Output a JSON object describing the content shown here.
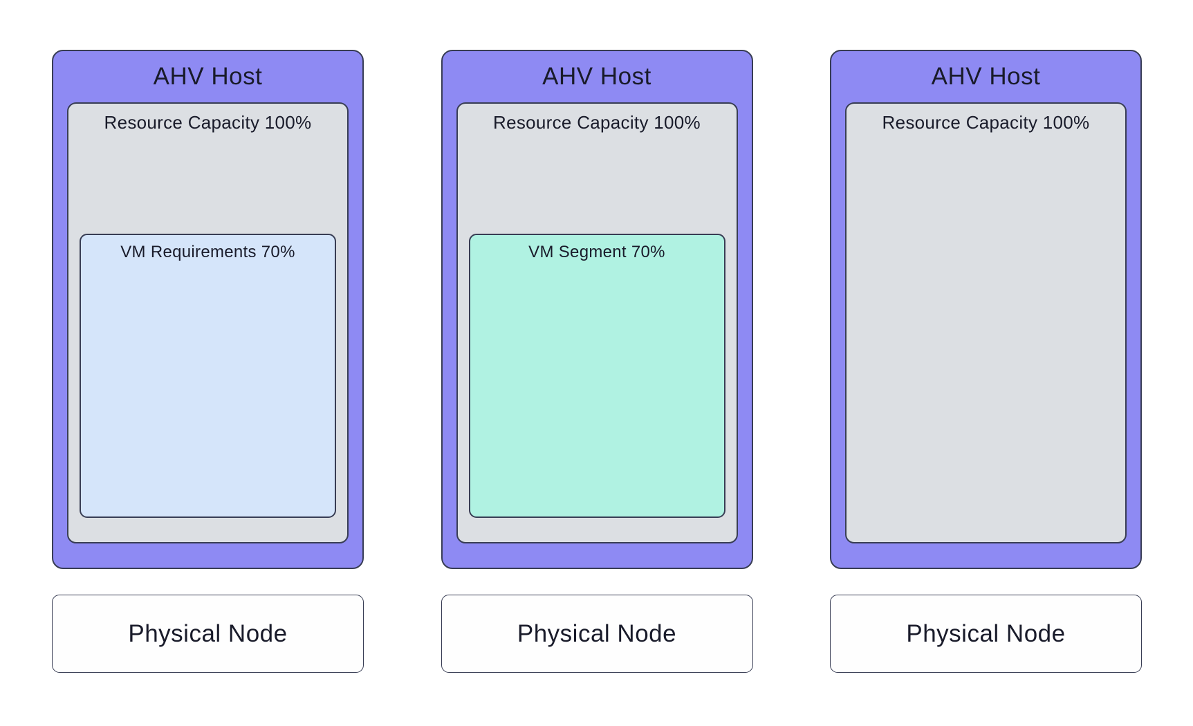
{
  "colors": {
    "background": "#ffffff",
    "host_fill": "#8e8af3",
    "capacity_fill": "#dcdfe3",
    "vm_requirements_fill": "#d5e5fa",
    "vm_segment_fill": "#b0f2e2",
    "node_fill": "#fefefe",
    "border": "#383d54",
    "text": "#191b2a"
  },
  "columns": [
    {
      "host_label": "AHV Host",
      "capacity_label": "Resource Capacity 100%",
      "vm_label": "VM Requirements 70%",
      "vm_fill": "#d5e5fa",
      "node_label": "Physical Node"
    },
    {
      "host_label": "AHV Host",
      "capacity_label": "Resource Capacity 100%",
      "vm_label": "VM Segment 70%",
      "vm_fill": "#b0f2e2",
      "node_label": "Physical Node"
    },
    {
      "host_label": "AHV Host",
      "capacity_label": "Resource Capacity 100%",
      "node_label": "Physical Node"
    }
  ]
}
